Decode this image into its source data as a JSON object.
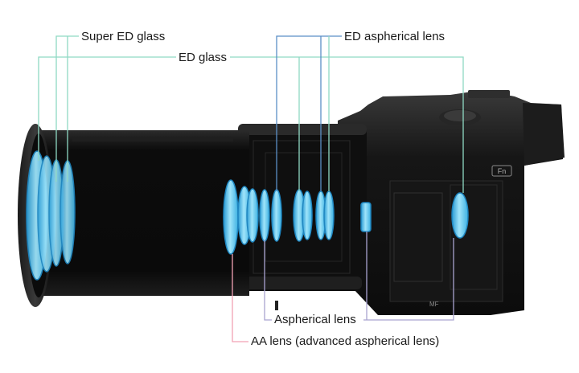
{
  "callouts": {
    "super_ed_glass": "Super ED glass",
    "ed_glass": "ED glass",
    "ed_aspherical_lens": "ED aspherical lens",
    "aspherical_lens": "Aspherical lens",
    "aa_lens": "AA lens (advanced aspherical lens)"
  },
  "camera_markings": {
    "mode_badge": "Fn",
    "mf_badge": "MF"
  },
  "colors": {
    "background": "#ffffff",
    "camera_body": "#151515",
    "lens_glass": "#6fd0f2",
    "lens_glass_edge": "#2a9bd4",
    "leader_green": "#8fd9c4",
    "leader_blue": "#5b8fc7",
    "leader_lavender": "#a9a3d0",
    "leader_pink": "#f2a1b4"
  }
}
